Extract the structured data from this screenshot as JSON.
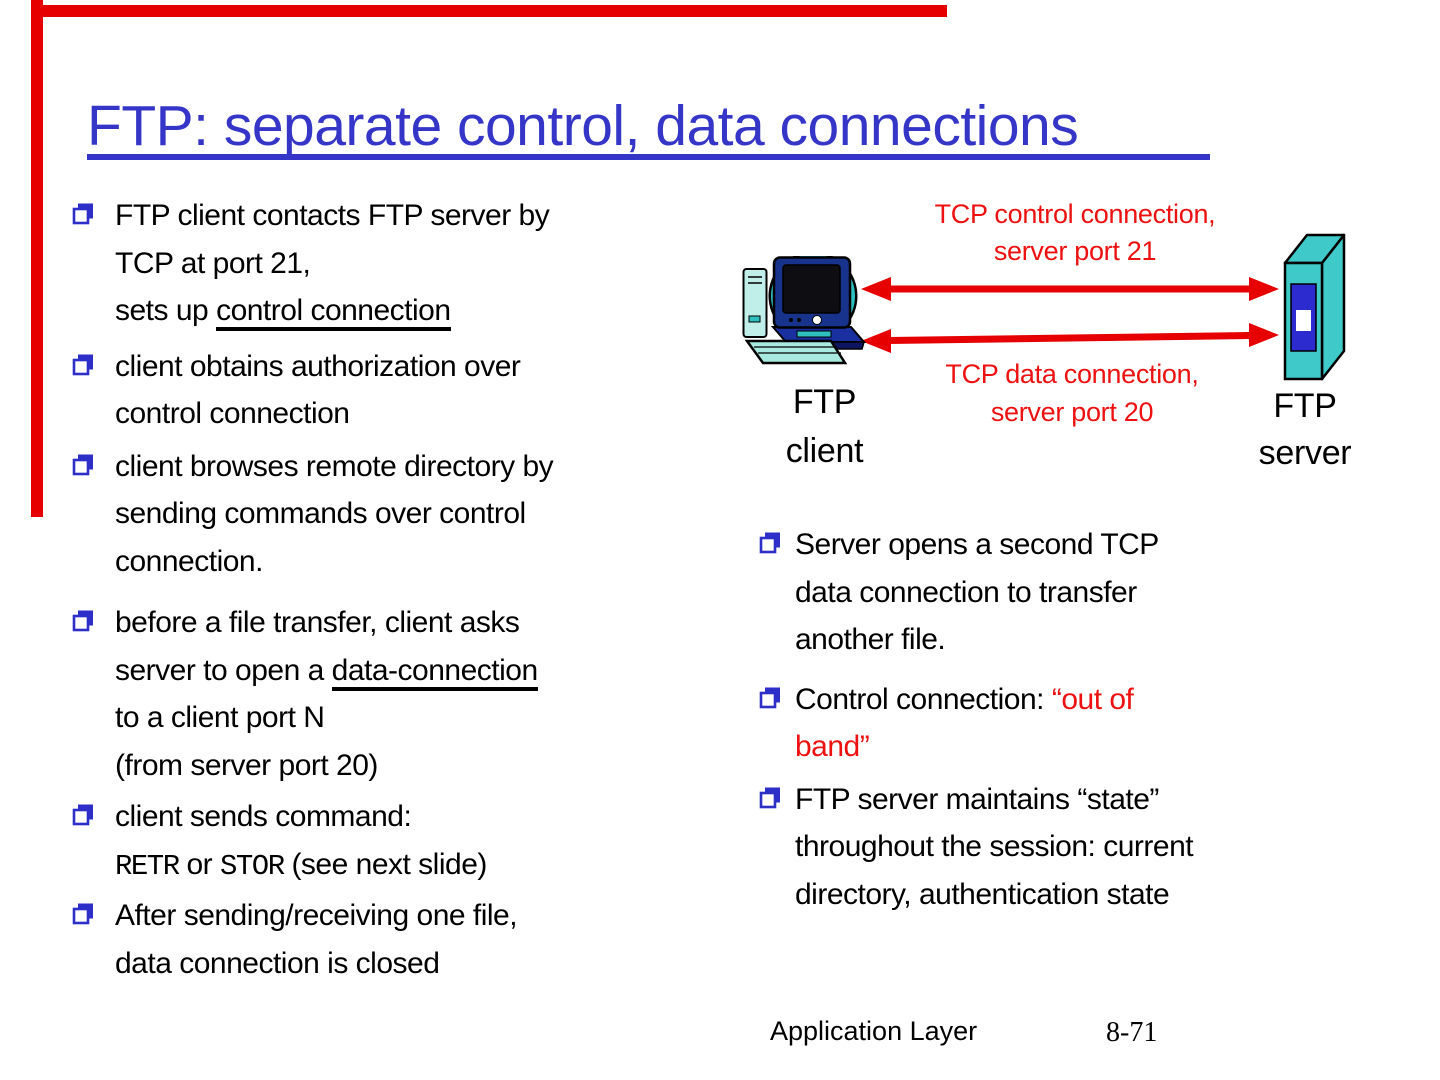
{
  "slide": {
    "title": "FTP: separate control, data connections",
    "colors": {
      "title_blue": "#3535C8",
      "bullet_blue": "#2E2EC8",
      "frame_red": "#E60000",
      "label_red": "#ED1111",
      "server_teal": "#3FC9C9",
      "panel_blue": "#2B2BD0",
      "text_black": "#000000"
    },
    "icons": {
      "bullet": "cube-bullet-icon",
      "client": "desktop-computer-icon",
      "server": "server-tower-icon",
      "arrows": "double-headed-arrow-icon"
    },
    "left_column": {
      "bullets": [
        [
          {
            "t": "FTP client contacts FTP server by"
          },
          {
            "br": true
          },
          {
            "t": "TCP at port 21,"
          },
          {
            "br": true
          },
          {
            "t": "sets up "
          },
          {
            "t": "control connection",
            "u": true
          }
        ],
        [
          {
            "t": "client obtains authorization over"
          },
          {
            "br": true
          },
          {
            "t": "control connection"
          }
        ],
        [
          {
            "t": "client browses remote directory by"
          },
          {
            "br": true
          },
          {
            "t": "sending commands over control"
          },
          {
            "br": true
          },
          {
            "t": "connection."
          }
        ],
        [
          {
            "t": "before a file transfer, client asks"
          },
          {
            "br": true
          },
          {
            "t": "server to open a "
          },
          {
            "t": "data-connection",
            "u": true
          },
          {
            "br": true
          },
          {
            "t": "to a client port N"
          },
          {
            "br": true
          },
          {
            "t": "(from server port 20)"
          }
        ],
        [
          {
            "t": "client sends command:"
          },
          {
            "br": true
          },
          {
            "t": "RETR",
            "m": true
          },
          {
            "t": " or "
          },
          {
            "t": "STOR",
            "m": true
          },
          {
            "t": " (see next slide)"
          }
        ],
        [
          {
            "t": "After sending/receiving one file,"
          },
          {
            "br": true
          },
          {
            "t": "data connection is closed"
          }
        ]
      ]
    },
    "right_column": {
      "bullets": [
        [
          {
            "t": "Server opens a second TCP"
          },
          {
            "br": true
          },
          {
            "t": "data connection to transfer"
          },
          {
            "br": true
          },
          {
            "t": "another file."
          }
        ],
        [
          {
            "t": "Control connection: "
          },
          {
            "t": "“out of",
            "r": true
          },
          {
            "br": true
          },
          {
            "t": "band”",
            "r": true
          }
        ],
        [
          {
            "t": "FTP server maintains “state”"
          },
          {
            "br": true
          },
          {
            "t": "throughout the session: current"
          },
          {
            "br": true
          },
          {
            "t": "directory, authentication state"
          }
        ]
      ]
    },
    "diagram": {
      "control_connection_label_line1": "TCP control connection,",
      "control_connection_label_line2": "server port 21",
      "data_connection_label_line1": "TCP data connection,",
      "data_connection_label_line2": "server port 20",
      "client_label_line1": "FTP",
      "client_label_line2": "client",
      "server_label_line1": "FTP",
      "server_label_line2": "server"
    },
    "footer": {
      "section": "Application Layer",
      "page": "8-71"
    }
  }
}
